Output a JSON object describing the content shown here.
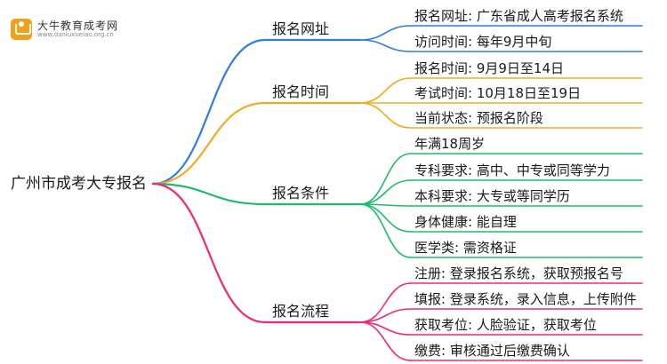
{
  "logo": {
    "name": "大牛教育成考网",
    "url": "www.daniuxueiao.org.cn"
  },
  "root": "广州市成考大专报名",
  "branches": [
    {
      "label": "报名网址",
      "color": "#2f7de1",
      "items": [
        "报名网址: 广东省成人高考报名系统",
        "访问时间: 每年9月中旬"
      ]
    },
    {
      "label": "报名时间",
      "color": "#f0ad1f",
      "items": [
        "报名时间: 9月9日至14日",
        "考试时间: 10月18日至19日",
        "当前状态: 预报名阶段"
      ]
    },
    {
      "label": "报名条件",
      "color": "#1dbb6e",
      "items": [
        "年满18周岁",
        "专科要求: 高中、中专或同等学力",
        "本科要求: 大专或等同学历",
        "身体健康: 能自理",
        "医学类: 需资格证"
      ]
    },
    {
      "label": "报名流程",
      "color": "#ee2a78",
      "items": [
        "注册: 登录报名系统，获取预报名号",
        "填报: 登录系统，录入信息，上传附件",
        "获取考位: 人脸验证，获取考位",
        "缴费: 审核通过后缴费确认"
      ]
    }
  ]
}
